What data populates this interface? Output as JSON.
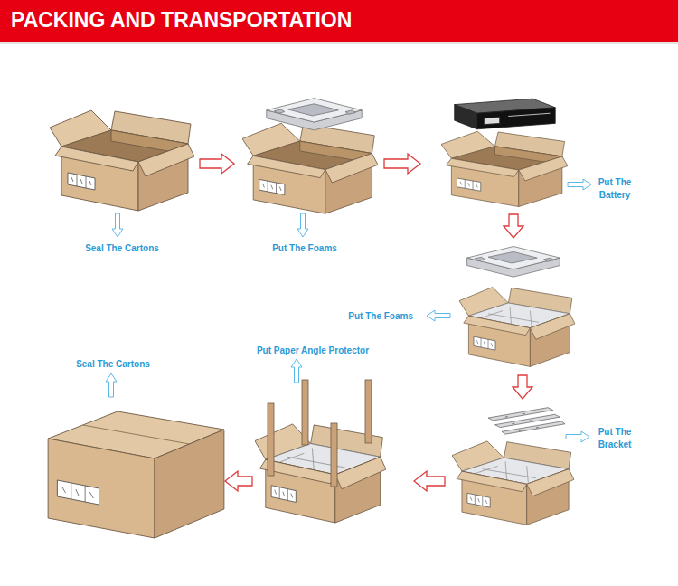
{
  "diagram": {
    "title": "PACKING AND TRANSPORTATION",
    "nodes": [
      {
        "text": [
          "Seal The Cartons"
        ]
      },
      {
        "text": [
          "Put The Foams"
        ]
      },
      {
        "text": [
          "Put The Battery"
        ]
      },
      {
        "text": [
          "Put The Foams"
        ]
      },
      {
        "text": [
          "Put The Bracket"
        ]
      },
      {
        "text": [
          "Put Paper Angle Protector"
        ]
      },
      {
        "text": [
          "Seal The Cartons"
        ]
      }
    ],
    "edges": [
      {
        "from": 0,
        "to": 1,
        "arrow": "to"
      },
      {
        "from": 1,
        "to": 2,
        "arrow": "to"
      },
      {
        "from": 2,
        "to": 3,
        "arrow": "to"
      },
      {
        "from": 3,
        "to": 4,
        "arrow": "to"
      },
      {
        "from": 4,
        "to": 5,
        "arrow": "to"
      },
      {
        "from": 5,
        "to": 6,
        "arrow": "to"
      }
    ]
  }
}
